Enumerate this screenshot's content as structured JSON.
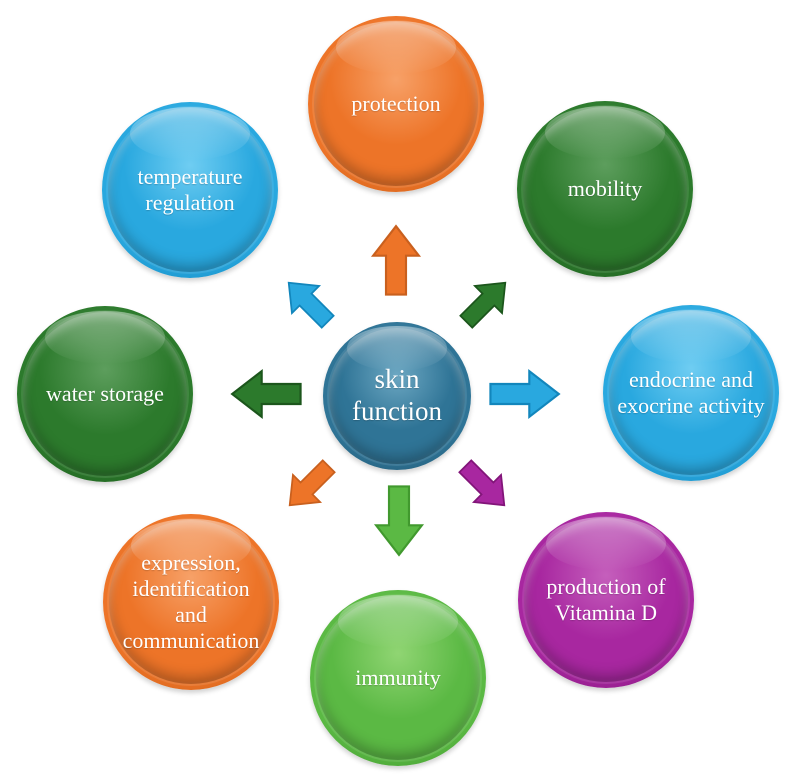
{
  "diagram": {
    "center": {
      "label": "skin\nfunction",
      "color": "#2F7496",
      "color_light": "#6CA7C2",
      "color_dark": "#1C4A60"
    },
    "nodes": [
      {
        "id": "protection",
        "position": "top",
        "label": "protection",
        "color": "#ED7428",
        "color_light": "#F7A168",
        "color_dark": "#C25A14",
        "arrow_direction": "up",
        "arrow_color": "#ED7428",
        "arrow_edge_color": "#C9601E"
      },
      {
        "id": "mobility",
        "position": "top-right",
        "label": "mobility",
        "color": "#2C7A2C",
        "color_light": "#5D9E5D",
        "color_dark": "#174E17",
        "arrow_direction": "up-right",
        "arrow_color": "#2C7A2C",
        "arrow_edge_color": "#1C561C"
      },
      {
        "id": "endocrine-exocrine-activity",
        "position": "right",
        "label": "endocrine and\nexocrine activity",
        "color": "#29A8DF",
        "color_light": "#6FCDF2",
        "color_dark": "#0D7FB5",
        "arrow_direction": "right",
        "arrow_color": "#29A8DF",
        "arrow_edge_color": "#1286BC"
      },
      {
        "id": "production-of-vitamin-d",
        "position": "bottom-right",
        "label": "production of\nVitamina D",
        "color": "#A827A0",
        "color_light": "#C55FBC",
        "color_dark": "#76106F",
        "arrow_direction": "down-right",
        "arrow_color": "#A827A0",
        "arrow_edge_color": "#821579"
      },
      {
        "id": "immunity",
        "position": "bottom",
        "label": "immunity",
        "color": "#5BB944",
        "color_light": "#90D573",
        "color_dark": "#388E27",
        "arrow_direction": "down",
        "arrow_color": "#5BB944",
        "arrow_edge_color": "#41992E"
      },
      {
        "id": "expression-identification-communication",
        "position": "bottom-left",
        "label": "expression,\nidentification\nand\ncommunication",
        "color": "#ED7428",
        "color_light": "#F7A168",
        "color_dark": "#C25A14",
        "arrow_direction": "down-left",
        "arrow_color": "#ED7428",
        "arrow_edge_color": "#C9601E"
      },
      {
        "id": "water-storage",
        "position": "left",
        "label": "water storage",
        "color": "#2C7A2C",
        "color_light": "#5D9E5D",
        "color_dark": "#174E17",
        "arrow_direction": "left",
        "arrow_color": "#2C7A2C",
        "arrow_edge_color": "#1C561C"
      },
      {
        "id": "temperature-regulation",
        "position": "top-left",
        "label": "temperature\nregulation",
        "color": "#29A8DF",
        "color_light": "#6FCDF2",
        "color_dark": "#0D7FB5",
        "arrow_direction": "up-left",
        "arrow_color": "#29A8DF",
        "arrow_edge_color": "#1286BC"
      }
    ]
  }
}
